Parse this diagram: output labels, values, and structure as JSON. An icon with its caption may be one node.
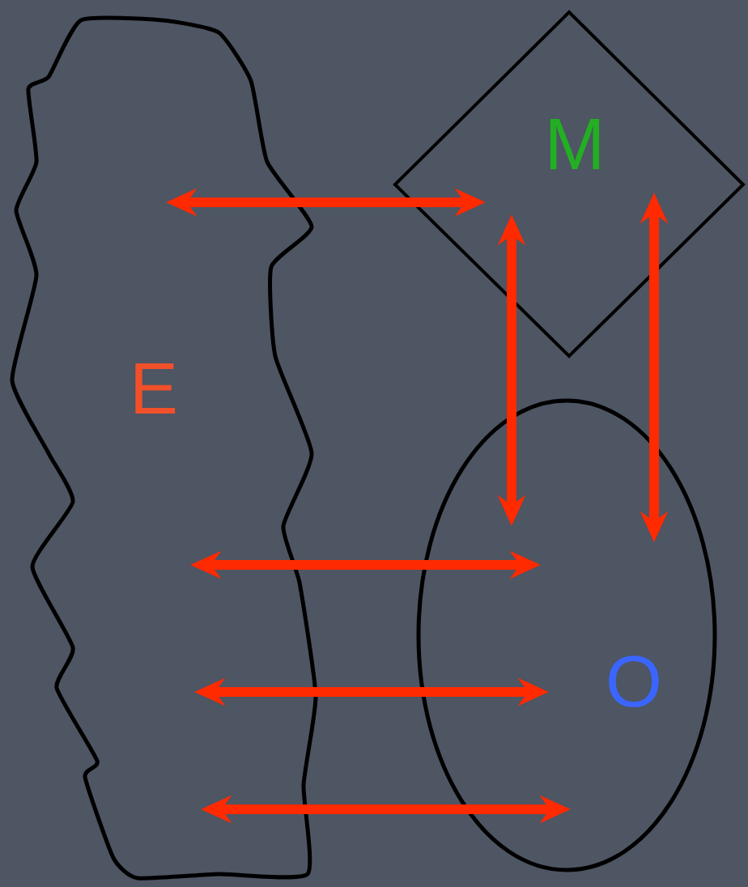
{
  "diagram": {
    "nodes": [
      {
        "text": [
          "E"
        ]
      },
      {
        "text": [
          "M"
        ]
      },
      {
        "text": [
          "O"
        ]
      }
    ],
    "edges": [
      {
        "from": 0,
        "to": 1,
        "arrow": "both"
      },
      {
        "from": 1,
        "to": 2,
        "arrow": "both"
      },
      {
        "from": 1,
        "to": 2,
        "arrow": "both"
      },
      {
        "from": 0,
        "to": 2,
        "arrow": "both"
      },
      {
        "from": 0,
        "to": 2,
        "arrow": "both"
      },
      {
        "from": 0,
        "to": 2,
        "arrow": "both"
      }
    ]
  }
}
